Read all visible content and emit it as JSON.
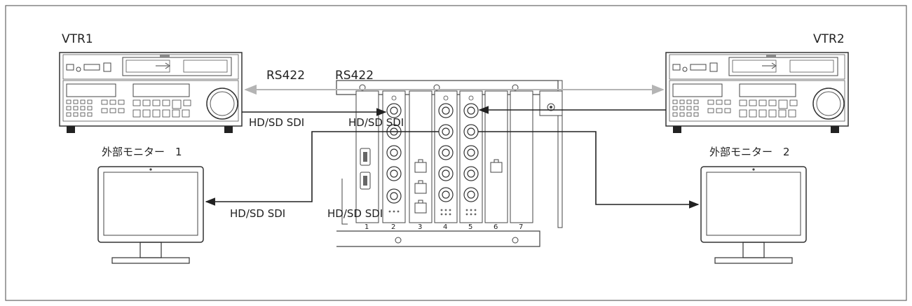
{
  "labels": {
    "vtr1": "VTR1",
    "vtr2": "VTR2",
    "rs422_left": "RS422",
    "rs422_right": "RS422",
    "sdi_vtr1_out": "HD/SD SDI",
    "sdi_vtr2_out": "HD/SD SDI",
    "sdi_monitor1": "HD/SD SDI",
    "sdi_monitor2": "HD/SD SDI",
    "monitor1": "外部モニター　1",
    "monitor2": "外部モニター　2"
  },
  "slot_numbers": [
    "1",
    "2",
    "3",
    "4",
    "5",
    "6",
    "7"
  ],
  "colors": {
    "line": "#222222",
    "rs422_line": "#b4b4b4",
    "panel_fill": "#ffffff",
    "frame": "#444444"
  }
}
